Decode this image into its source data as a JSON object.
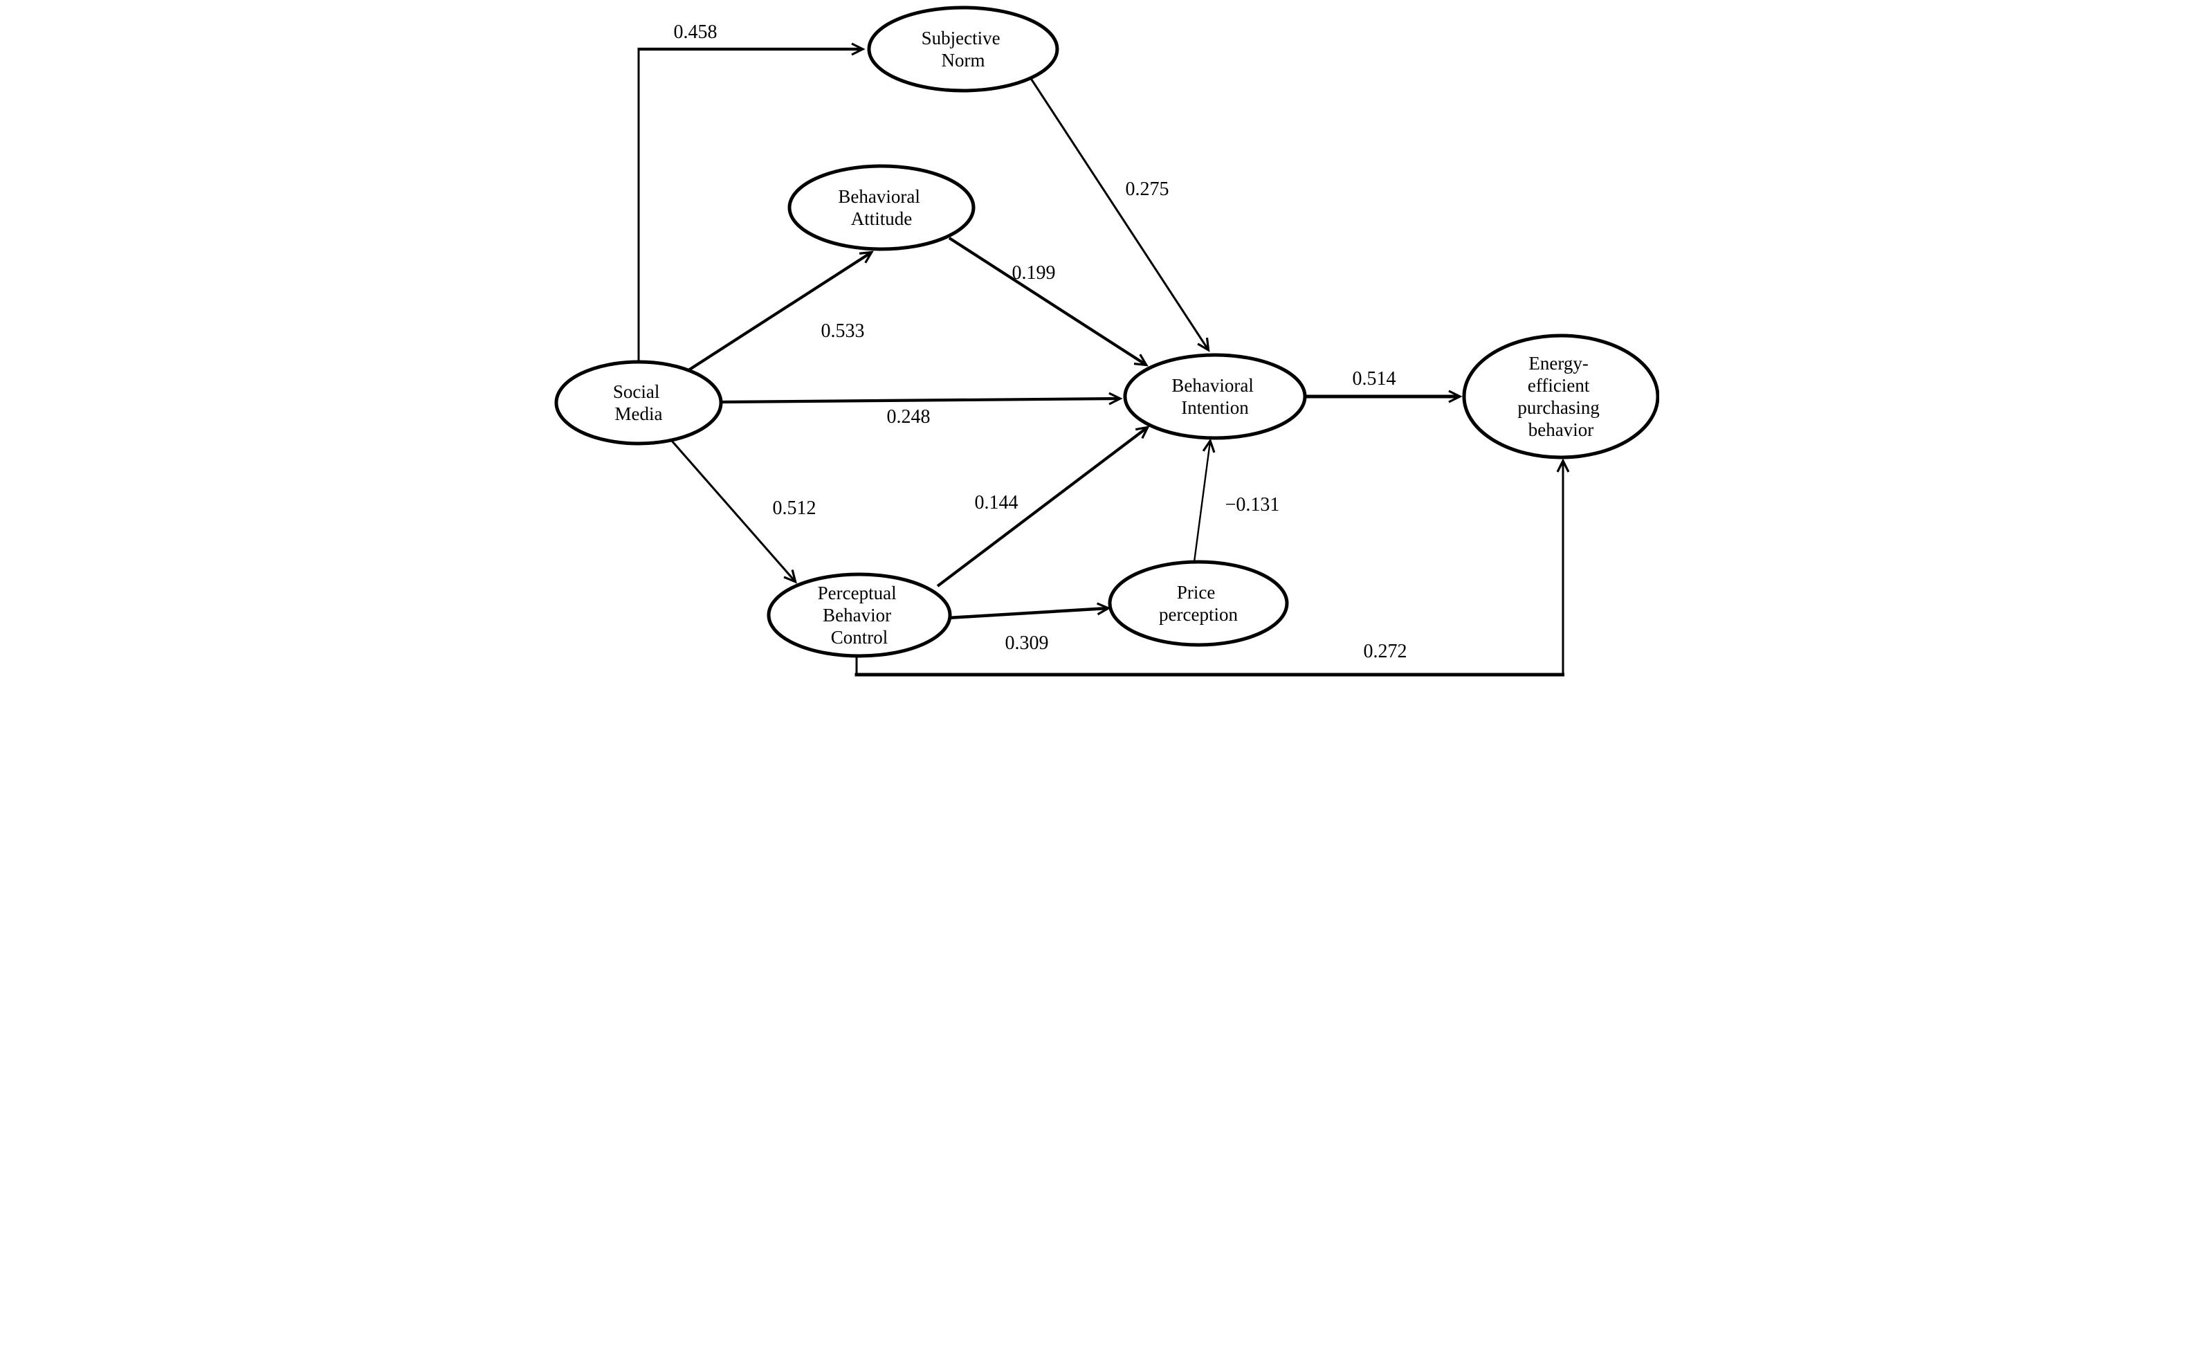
{
  "diagram": {
    "type": "structural-path-model",
    "background_color": "#ffffff",
    "stroke_color": "#000000",
    "nodes": {
      "social_media": {
        "shape": "ellipse",
        "lines": [
          "Social",
          "Media"
        ]
      },
      "subjective_norm": {
        "shape": "ellipse",
        "lines": [
          "Subjective",
          "Norm"
        ]
      },
      "behavioral_attitude": {
        "shape": "ellipse",
        "lines": [
          "Behavioral",
          "Attitude"
        ]
      },
      "behavioral_intention": {
        "shape": "ellipse",
        "lines": [
          "Behavioral",
          "Intention"
        ]
      },
      "energy_efficient_purchasing": {
        "shape": "ellipse",
        "lines": [
          "Energy-",
          "efficient",
          "purchasing",
          "behavior"
        ]
      },
      "perceptual_behavior_control": {
        "shape": "ellipse",
        "lines": [
          "Perceptual",
          "Behavior",
          "Control"
        ]
      },
      "price_perception": {
        "shape": "ellipse",
        "lines": [
          "Price",
          "perception"
        ]
      }
    },
    "edges": [
      {
        "from": "social_media",
        "to": "subjective_norm",
        "coefficient": "0.458"
      },
      {
        "from": "social_media",
        "to": "behavioral_attitude",
        "coefficient": "0.533"
      },
      {
        "from": "social_media",
        "to": "behavioral_intention",
        "coefficient": "0.248"
      },
      {
        "from": "social_media",
        "to": "perceptual_behavior_control",
        "coefficient": "0.512"
      },
      {
        "from": "subjective_norm",
        "to": "behavioral_intention",
        "coefficient": "0.275"
      },
      {
        "from": "behavioral_attitude",
        "to": "behavioral_intention",
        "coefficient": "0.199"
      },
      {
        "from": "perceptual_behavior_control",
        "to": "behavioral_intention",
        "coefficient": "0.144"
      },
      {
        "from": "perceptual_behavior_control",
        "to": "price_perception",
        "coefficient": "0.309"
      },
      {
        "from": "price_perception",
        "to": "behavioral_intention",
        "coefficient": "−0.131"
      },
      {
        "from": "behavioral_intention",
        "to": "energy_efficient_purchasing",
        "coefficient": "0.514"
      },
      {
        "from": "perceptual_behavior_control",
        "to": "energy_efficient_purchasing",
        "coefficient": "0.272"
      }
    ]
  }
}
